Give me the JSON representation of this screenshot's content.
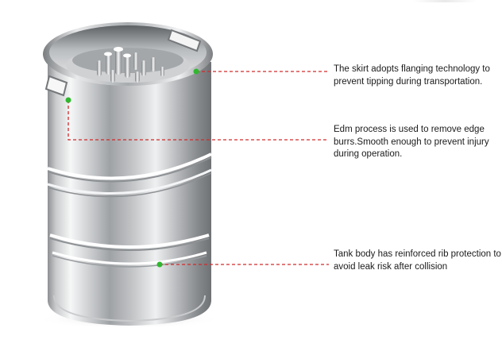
{
  "image": {
    "subject": "stainless-steel-keg",
    "palette": {
      "background": "#ffffff",
      "callout_line": "#d22a2a",
      "callout_dot": "#2fb82f",
      "text": "#1b1b1b"
    }
  },
  "callouts": [
    {
      "id": "skirt",
      "text": "The skirt adopts flanging technology to prevent tipping during transportation."
    },
    {
      "id": "edm",
      "text": "Edm process is used to remove edge burrs.Smooth enough to prevent injury during operation."
    },
    {
      "id": "body",
      "text": "Tank body has reinforced rib protection to avoid leak risk after collision"
    }
  ]
}
